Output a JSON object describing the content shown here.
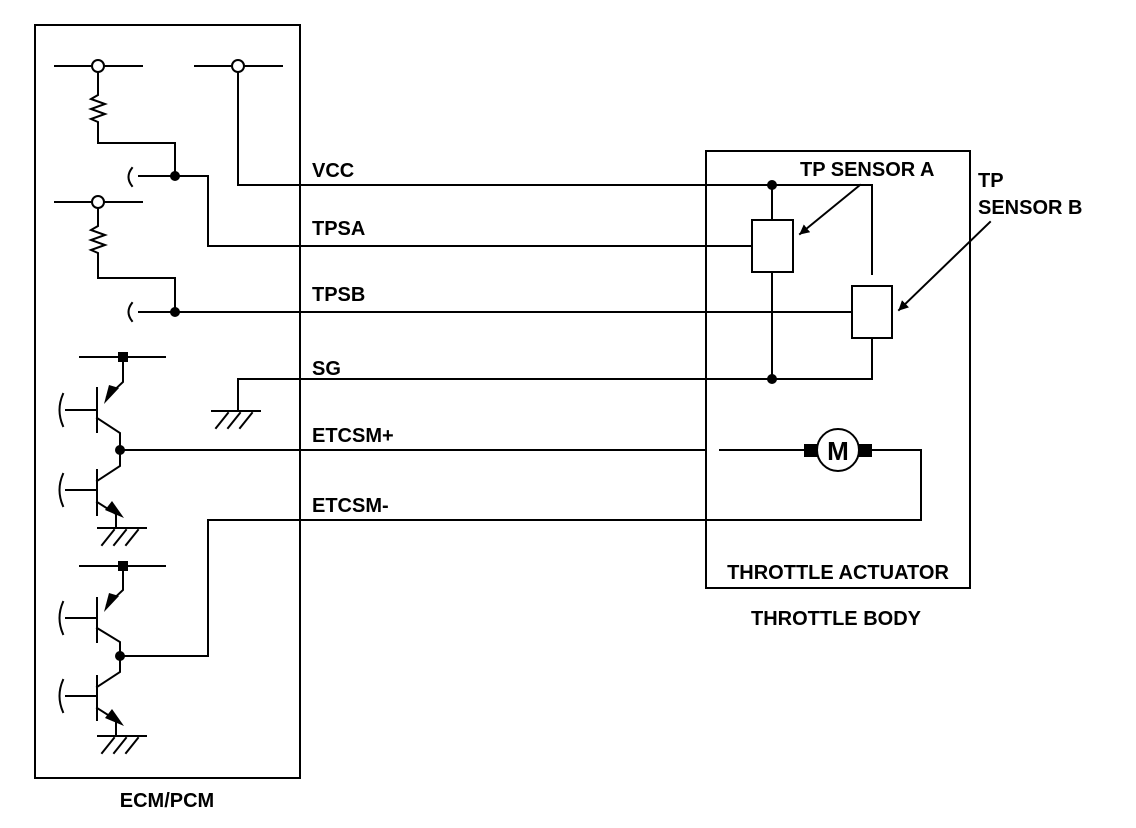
{
  "modules": {
    "ecm": "ECM/PCM",
    "throttle_actuator": "THROTTLE ACTUATOR",
    "throttle_body": "THROTTLE BODY"
  },
  "wires": {
    "vcc": "VCC",
    "tpsa": "TPSA",
    "tpsb": "TPSB",
    "sg": "SG",
    "etcsm_plus": "ETCSM+",
    "etcsm_minus": "ETCSM-"
  },
  "sensors": {
    "a": "TP SENSOR A",
    "b_line1": "TP",
    "b_line2": "SENSOR B"
  },
  "motor": {
    "symbol": "M"
  }
}
